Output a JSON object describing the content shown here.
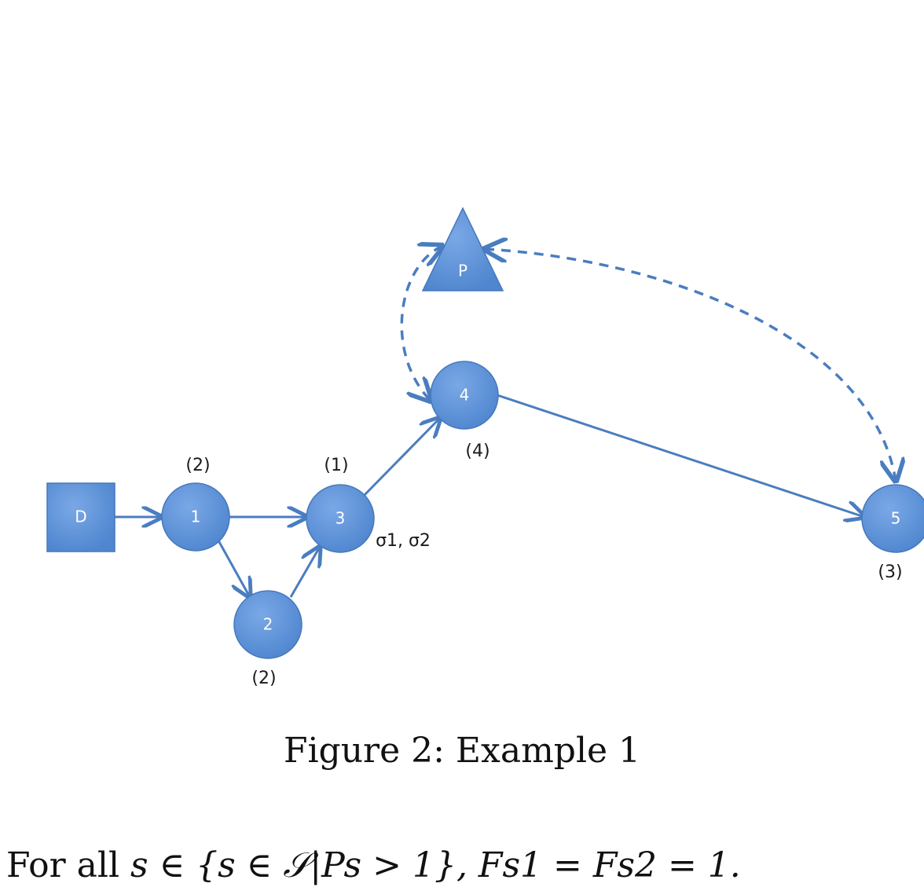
{
  "diagram": {
    "nodes": [
      {
        "id": "D",
        "label": "D",
        "shape": "square"
      },
      {
        "id": "1",
        "label": "1",
        "shape": "circle",
        "annotation": "(2)"
      },
      {
        "id": "2",
        "label": "2",
        "shape": "circle",
        "annotation": "(2)"
      },
      {
        "id": "3",
        "label": "3",
        "shape": "circle",
        "annotation": "(1)",
        "extra": "σ1, σ2"
      },
      {
        "id": "4",
        "label": "4",
        "shape": "circle",
        "annotation": "(4)"
      },
      {
        "id": "5",
        "label": "5",
        "shape": "circle",
        "annotation": "(3)"
      },
      {
        "id": "P",
        "label": "P",
        "shape": "triangle"
      }
    ],
    "edges": [
      {
        "from": "D",
        "to": "1",
        "style": "solid"
      },
      {
        "from": "1",
        "to": "3",
        "style": "solid"
      },
      {
        "from": "1",
        "to": "2",
        "style": "solid"
      },
      {
        "from": "2",
        "to": "3",
        "style": "solid"
      },
      {
        "from": "3",
        "to": "4",
        "style": "solid"
      },
      {
        "from": "4",
        "to": "5",
        "style": "solid"
      },
      {
        "from": "P",
        "to": "4",
        "style": "dashed",
        "bidirectional": true
      },
      {
        "from": "P",
        "to": "5",
        "style": "dashed",
        "bidirectional": true
      }
    ],
    "colors": {
      "node_fill": "#5b8fd4",
      "edge": "#4a7dc0",
      "annotation": "#1a1a1a"
    }
  },
  "caption": "Figure 2: Example 1",
  "body": {
    "prefix": "For all ",
    "math": "s ∈ {s ∈ 𝒮|Ps > 1}, Fs1 = Fs2 = 1."
  }
}
